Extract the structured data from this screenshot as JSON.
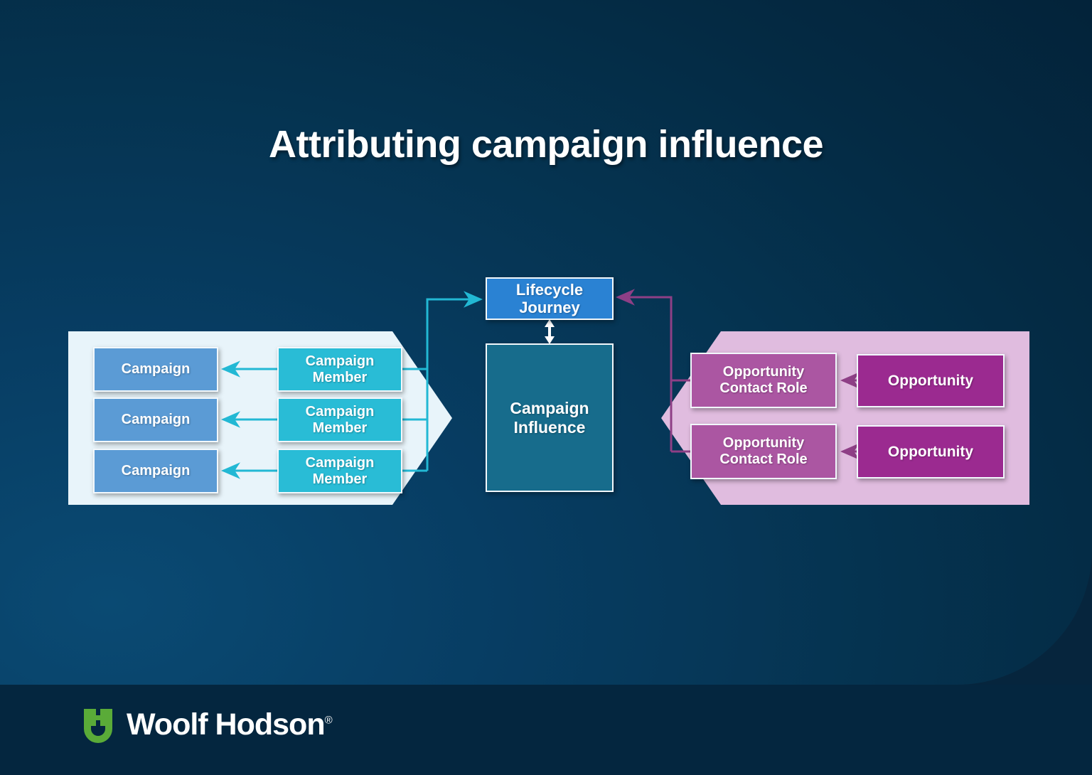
{
  "slide": {
    "title": "Attributing campaign influence",
    "background_color": "#053350",
    "footer_color": "#04263f"
  },
  "center": {
    "lifecycle": {
      "line1": "Lifecycle",
      "line2": "Journey",
      "color": "#2a82d3"
    },
    "influence": {
      "line1": "Campaign",
      "line2": "Influence",
      "color": "#176c8c"
    },
    "link_icon": "double-headed-vertical-arrow-icon"
  },
  "left_panel": {
    "fill": "#e8f4fa",
    "accent": "#29bcd6",
    "campaigns": [
      {
        "label": "Campaign",
        "color": "#5b9bd5"
      },
      {
        "label": "Campaign",
        "color": "#5b9bd5"
      },
      {
        "label": "Campaign",
        "color": "#5b9bd5"
      }
    ],
    "members": [
      {
        "line1": "Campaign",
        "line2": "Member",
        "color": "#29bcd6"
      },
      {
        "line1": "Campaign",
        "line2": "Member",
        "color": "#29bcd6"
      },
      {
        "line1": "Campaign",
        "line2": "Member",
        "color": "#29bcd6"
      }
    ]
  },
  "right_panel": {
    "fill": "#e0bcdf",
    "accent": "#8e3f86",
    "contact_roles": [
      {
        "line1": "Opportunity",
        "line2": "Contact Role",
        "color": "#ab56a2"
      },
      {
        "line1": "Opportunity",
        "line2": "Contact Role",
        "color": "#ab56a2"
      }
    ],
    "opportunities": [
      {
        "label": "Opportunity",
        "color": "#9b2a90"
      },
      {
        "label": "Opportunity",
        "color": "#9b2a90"
      }
    ]
  },
  "footer": {
    "brand": "Woolf Hodson",
    "registered_mark": "®",
    "mark_icon": "woolf-hodson-monogram-icon",
    "mark_color": "#5aab38"
  }
}
